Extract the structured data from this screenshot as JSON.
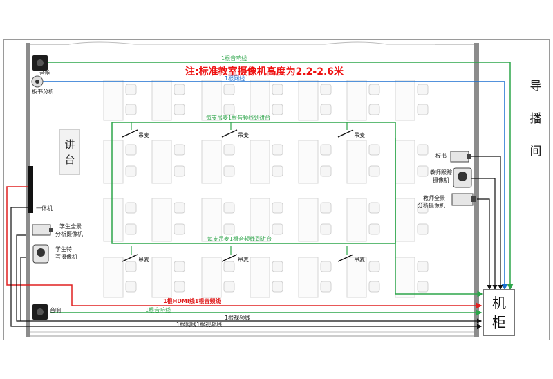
{
  "title_note": "注:标准教室摄像机高度为2.2-2.6米",
  "podium": {
    "line1": "讲",
    "line2": "台"
  },
  "side_room": {
    "chars": [
      "导",
      "播",
      "间"
    ]
  },
  "cabinet": {
    "line1": "机",
    "line2": "柜"
  },
  "devices": {
    "speaker_top": "音响",
    "board_analysis": "板书分析",
    "all_in_one": "一体机",
    "student_panorama": "学生全景\n分析摄像机",
    "student_panorama_line1": "学生全景",
    "student_panorama_line2": "分析摄像机",
    "student_closeup_line1": "学生特",
    "student_closeup_line2": "写摄像机",
    "speaker_bottom": "音响",
    "board_camera": "板书",
    "teacher_track_line1": "教师跟踪",
    "teacher_track_line2": "摄像机",
    "teacher_pano_line1": "教师全景",
    "teacher_pano_line2": "分析摄像机"
  },
  "mic_label": "吊麦",
  "cables": {
    "top_audio": "1根音响线",
    "top_network": "1根网线",
    "mics_top": "每支吊麦1根音频线到讲台",
    "mics_bottom": "每支吊麦1根音频线到讲台",
    "hdmi_audio": "1根HDMI线1根音频线",
    "bottom_audio": "1根音响线",
    "bottom_video": "1根视频线",
    "bottom_net_video": "1根网线1根视频线"
  },
  "colors": {
    "green": "#2da54a",
    "blue": "#1a6fd0",
    "red": "#e02020",
    "black": "#111111",
    "note_red": "#ee1111"
  }
}
